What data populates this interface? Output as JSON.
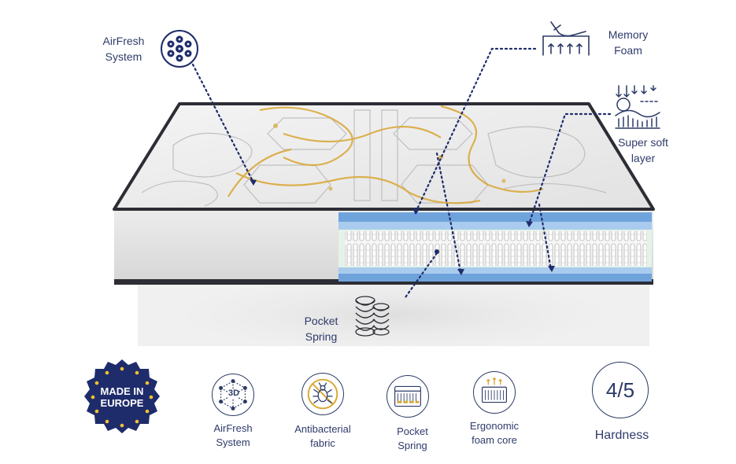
{
  "callouts": {
    "airfresh": [
      "AirFresh",
      "System"
    ],
    "memory": [
      "Memory",
      "Foam"
    ],
    "supersoft": [
      "Super soft",
      "layer"
    ],
    "pocket": [
      "Pocket",
      "Spring"
    ]
  },
  "badge": {
    "line1": "MADE IN",
    "line2": "EUROPE"
  },
  "features": [
    {
      "icon": "airfresh-3d-icon",
      "line1": "AirFresh",
      "line2": "System"
    },
    {
      "icon": "antibacterial-icon",
      "line1": "Antibacterial",
      "line2": "fabric"
    },
    {
      "icon": "pocket-spring-icon",
      "line1": "Pocket",
      "line2": "Spring"
    },
    {
      "icon": "ergonomic-foam-icon",
      "line1": "Ergonomic",
      "line2": "foam core"
    }
  ],
  "airfresh_icon_text": "3D",
  "hardness": {
    "value": "4/5",
    "label": "Hardness"
  },
  "colors": {
    "navy": "#2c3a66",
    "badge": "#1f2c6b",
    "star": "#f2c12e",
    "foam": "#6fa3dc",
    "gold": "#d9a634"
  }
}
